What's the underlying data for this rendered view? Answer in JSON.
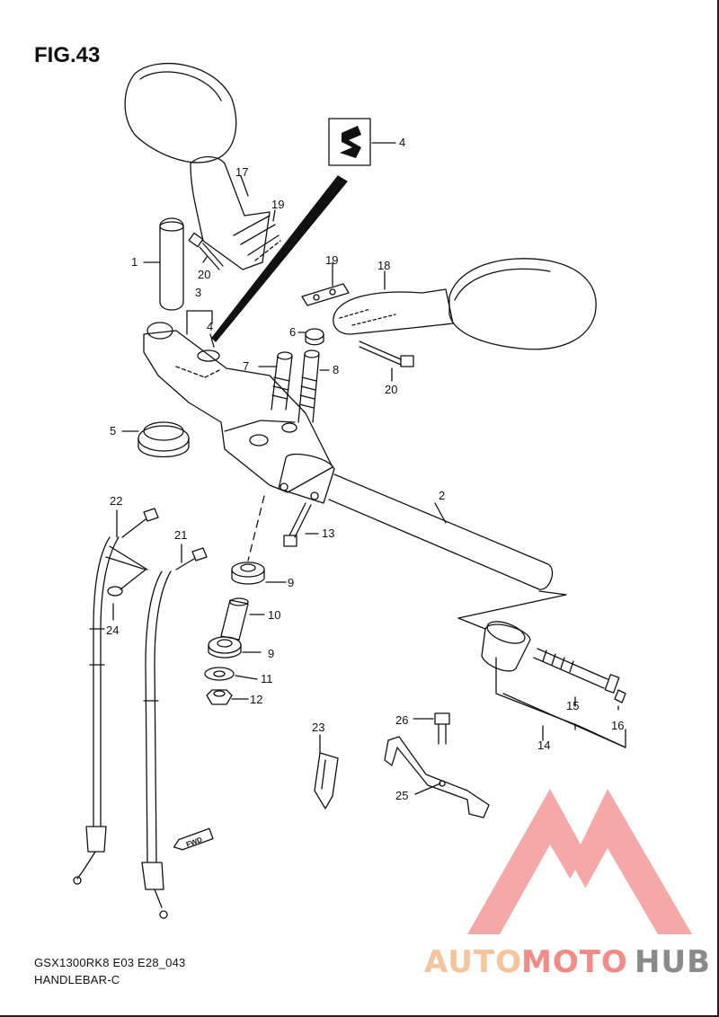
{
  "figure": {
    "title": "FIG.43",
    "model_code": "GSX1300RK8 E03 E28_043",
    "section_name": "HANDLEBAR-C",
    "fwd_label": "FWD"
  },
  "callouts": [
    {
      "id": "c1",
      "label": "1"
    },
    {
      "id": "c2",
      "label": "2"
    },
    {
      "id": "c3",
      "label": "3"
    },
    {
      "id": "c4a",
      "label": "4"
    },
    {
      "id": "c4b",
      "label": "4"
    },
    {
      "id": "c5",
      "label": "5"
    },
    {
      "id": "c6",
      "label": "6"
    },
    {
      "id": "c7",
      "label": "7"
    },
    {
      "id": "c8",
      "label": "8"
    },
    {
      "id": "c9a",
      "label": "9"
    },
    {
      "id": "c9b",
      "label": "9"
    },
    {
      "id": "c10",
      "label": "10"
    },
    {
      "id": "c11",
      "label": "11"
    },
    {
      "id": "c12",
      "label": "12"
    },
    {
      "id": "c13",
      "label": "13"
    },
    {
      "id": "c14",
      "label": "14"
    },
    {
      "id": "c15",
      "label": "15"
    },
    {
      "id": "c16",
      "label": "16"
    },
    {
      "id": "c17",
      "label": "17"
    },
    {
      "id": "c18",
      "label": "18"
    },
    {
      "id": "c19a",
      "label": "19"
    },
    {
      "id": "c19b",
      "label": "19"
    },
    {
      "id": "c20a",
      "label": "20"
    },
    {
      "id": "c20b",
      "label": "20"
    },
    {
      "id": "c21",
      "label": "21"
    },
    {
      "id": "c22",
      "label": "22"
    },
    {
      "id": "c23",
      "label": "23"
    },
    {
      "id": "c24",
      "label": "24"
    },
    {
      "id": "c25",
      "label": "25"
    },
    {
      "id": "c26",
      "label": "26"
    }
  ],
  "watermark": {
    "part1": "AUTO",
    "part2": "MOTO",
    "part3": "HUB",
    "colors": {
      "auto": "#f6c49b",
      "moto": "#f28a86",
      "hub": "#8a8a8a",
      "logo": "#f59a9a"
    }
  }
}
